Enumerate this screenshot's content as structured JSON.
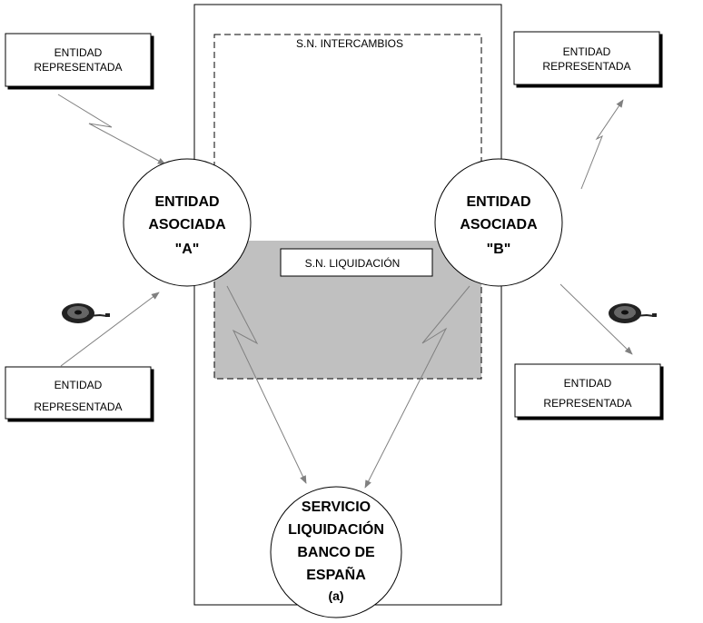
{
  "zones": {
    "intercambios": "S.N. INTERCAMBIOS",
    "liquidacion": "S.N. LIQUIDACIÓN"
  },
  "boxes": {
    "top_left": [
      "ENTIDAD",
      "REPRESENTADA"
    ],
    "top_right": [
      "ENTIDAD",
      "REPRESENTADA"
    ],
    "bottom_left": [
      "ENTIDAD",
      "REPRESENTADA"
    ],
    "bottom_right": [
      "ENTIDAD",
      "REPRESENTADA"
    ]
  },
  "circles": {
    "a": [
      "ENTIDAD",
      "ASOCIADA",
      "\"A\""
    ],
    "b": [
      "ENTIDAD",
      "ASOCIADA",
      "\"B\""
    ],
    "servicio": [
      "SERVICIO",
      "LIQUIDACIÓN",
      "BANCO DE",
      "ESPAÑA",
      "(a)"
    ]
  },
  "icons": {
    "left": "tape-reel-icon",
    "right": "tape-reel-icon"
  },
  "colors": {
    "settlement_fill": "#c0c0c0",
    "line": "#808080",
    "stroke": "#000000"
  }
}
